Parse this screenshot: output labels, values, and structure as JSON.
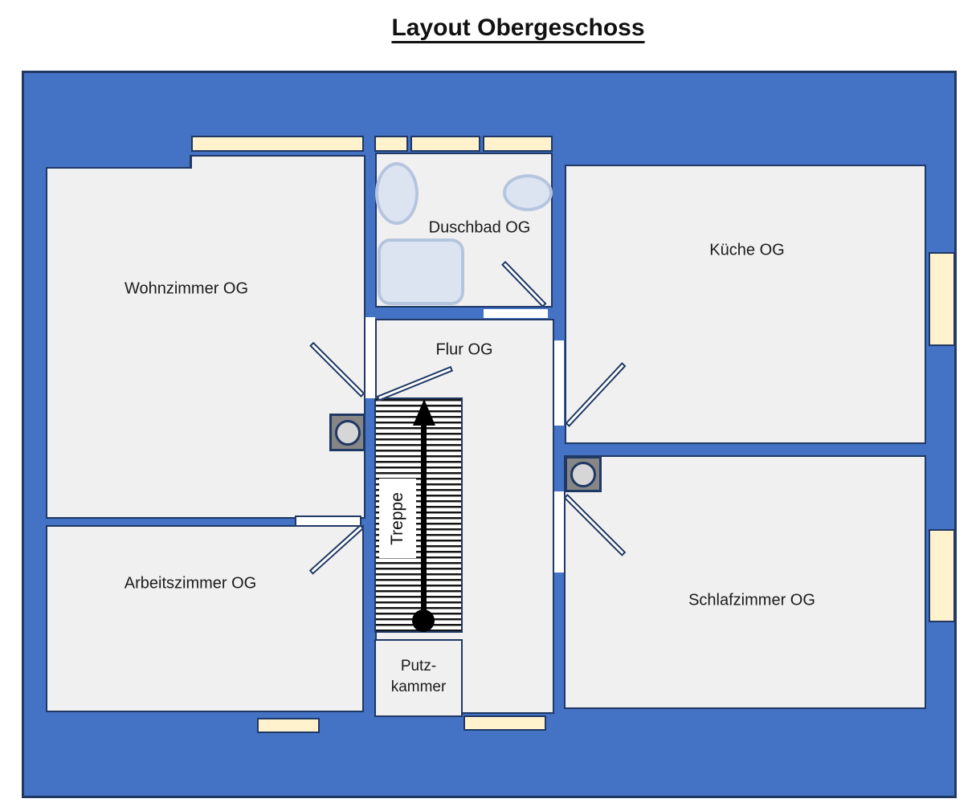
{
  "title": "Layout Obergeschoss",
  "rooms": {
    "wohnzimmer": {
      "label": "Wohnzimmer OG"
    },
    "duschbad": {
      "label": "Duschbad OG"
    },
    "kueche": {
      "label": "Küche OG"
    },
    "flur": {
      "label": "Flur OG"
    },
    "arbeitszimmer": {
      "label": "Arbeitszimmer OG"
    },
    "schlafzimmer": {
      "label": "Schlafzimmer OG"
    },
    "putzkammer": {
      "label_line1": "Putz-",
      "label_line2": "kammer"
    },
    "treppe": {
      "label": "Treppe"
    }
  },
  "colors": {
    "wall_blue": "#4472C4",
    "outline_navy": "#1F3864",
    "room_fill": "#F0F0F0",
    "window_cream": "#FFF2CC",
    "fixture_fill": "#DCE4F2",
    "fixture_border": "#B6C5DE",
    "appliance_gray": "#868686",
    "appliance_disc": "#D6D6D6",
    "arrow_black": "#000000"
  }
}
